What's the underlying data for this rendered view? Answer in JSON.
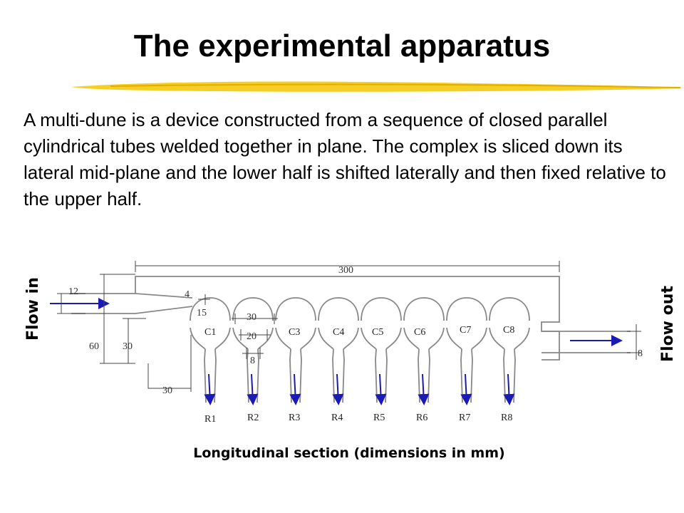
{
  "title": "The experimental apparatus",
  "description": "A multi-dune is a device constructed from a sequence of closed parallel cylindrical tubes welded together in plane. The complex is sliced down its lateral mid-plane and the lower half is shifted laterally and then fixed relative to the upper half.",
  "caption": "Longitudinal section (dimensions in mm)",
  "flow_in": "Flow in",
  "flow_out": "Flow out",
  "dimensions": {
    "d300": "300",
    "d12": "12",
    "d4": "4",
    "d15": "15",
    "d30_top": "30",
    "d20": "20",
    "d8_mid": "8",
    "d60": "60",
    "d30_left": "30",
    "d30_bottom": "30",
    "d8_right": "8"
  },
  "chambers": [
    "C1",
    "C3",
    "C4",
    "C5",
    "C6",
    "C7",
    "C8"
  ],
  "risers": [
    "R1",
    "R2",
    "R3",
    "R4",
    "R5",
    "R6",
    "R7",
    "R8"
  ],
  "colors": {
    "accent_underline": "#f2c200",
    "arrow": "#1a1ab4",
    "outline": "#888888"
  }
}
